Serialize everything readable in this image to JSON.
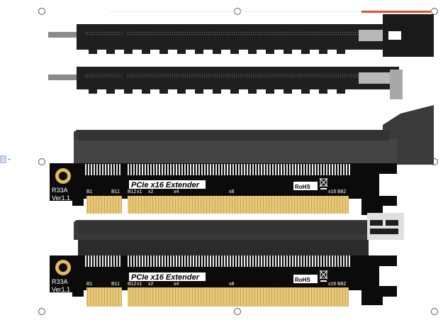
{
  "board": {
    "model": "R33A",
    "version": "Ver1.1",
    "title": "PCIe x16 Extender",
    "rohs": "RoHS",
    "pin_b1": "B1",
    "pin_b11": "B11",
    "pin_b12": "B12",
    "pin_b82": "B82",
    "lane_x1": "x1",
    "lane_x2": "x2",
    "lane_x4": "x4",
    "lane_x8": "x8",
    "lane_x16": "x16"
  },
  "colors": {
    "pcb": "#0b0b0b",
    "gold": "#e9c878",
    "slot": "#2b2b2b",
    "accent": "#e0502a"
  }
}
